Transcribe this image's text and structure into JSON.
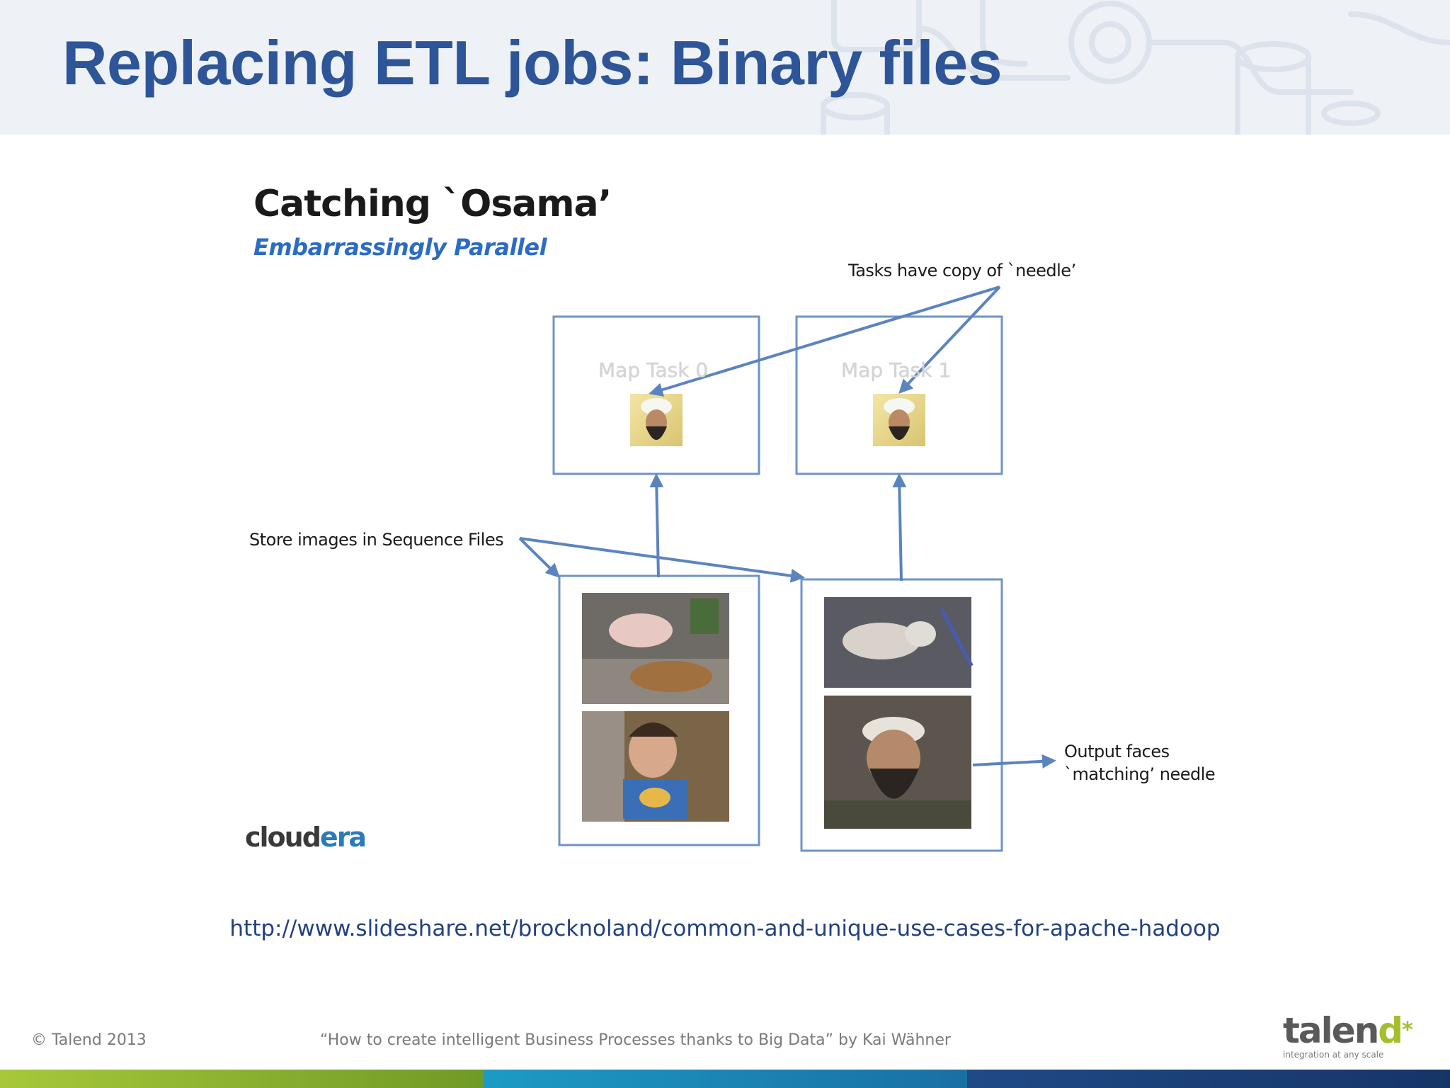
{
  "slide": {
    "title": "Replacing ETL jobs: Binary files",
    "link": "http://www.slideshare.net/brocknoland/common-and-unique-use-cases-for-apache-hadoop"
  },
  "figure": {
    "title": "Catching `Osama’",
    "subtitle": "Embarrassingly Parallel",
    "annotations": {
      "needle": "Tasks have copy of `needle’",
      "store": "Store images in Sequence Files",
      "output_line1": "Output faces",
      "output_line2": "`matching’ needle"
    },
    "tasks": [
      {
        "label": "Map Task 0"
      },
      {
        "label": "Map Task 1"
      }
    ],
    "brand": {
      "part1": "cloud",
      "part2": "era"
    }
  },
  "footer": {
    "copyright": "© Talend 2013",
    "quote": "“How to create intelligent Business Processes thanks to Big Data” by Kai Wähner",
    "logo_word_main": "talen",
    "logo_word_accent": "d",
    "logo_star": "*",
    "logo_tagline": "integration at any scale"
  },
  "colors": {
    "title": "#2d5597",
    "accent_blue": "#2b6cc4",
    "arrow": "#5b84bf",
    "brand_green": "#a3bf2c",
    "bar_green": "#8fb82a",
    "bar_teal": "#1f8fb5",
    "bar_navy": "#1b3f7a"
  }
}
